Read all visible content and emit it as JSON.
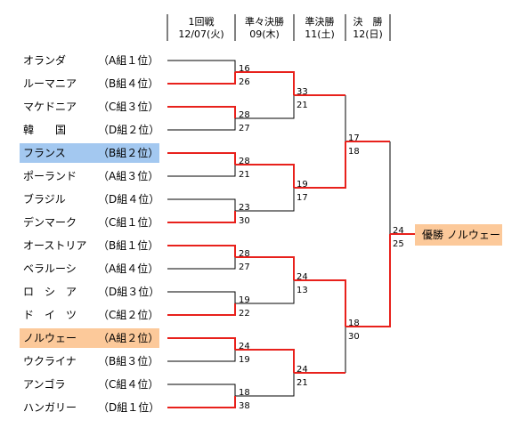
{
  "rounds": [
    {
      "line1": "1回戦",
      "line2": "12/07(火)"
    },
    {
      "line1": "準々決勝",
      "line2": "09(木)"
    },
    {
      "line1": "準決勝",
      "line2": "11(土)"
    },
    {
      "line1": "決　勝",
      "line2": "12(日)"
    }
  ],
  "teams": [
    {
      "name": "オランダ",
      "group": "（A組１位）"
    },
    {
      "name": "ルーマニア",
      "group": "（B組４位）"
    },
    {
      "name": "マケドニア",
      "group": "（C組３位）"
    },
    {
      "name": "韓　　国",
      "group": "（D組２位）"
    },
    {
      "name": "フランス",
      "group": "（B組２位）"
    },
    {
      "name": "ポーランド",
      "group": "（A組３位）"
    },
    {
      "name": "ブラジル",
      "group": "（D組４位）"
    },
    {
      "name": "デンマーク",
      "group": "（C組１位）"
    },
    {
      "name": "オーストリア",
      "group": "（B組１位）"
    },
    {
      "name": "ベラルーシ",
      "group": "（A組４位）"
    },
    {
      "name": "ロ　シ　ア",
      "group": "（D組３位）"
    },
    {
      "name": "ド　イ　ツ",
      "group": "（C組２位）"
    },
    {
      "name": "ノルウェー",
      "group": "（A組２位）"
    },
    {
      "name": "ウクライナ",
      "group": "（B組３位）"
    },
    {
      "name": "アンゴラ",
      "group": "（C組４位）"
    },
    {
      "name": "ハンガリー",
      "group": "（D組１位）"
    }
  ],
  "highlight": {
    "france": "#a3c8f0",
    "norway": "#fcc99a"
  },
  "colors": {
    "winner_line": "#e8211c",
    "loser_line": "#000000"
  },
  "round1_scores": [
    [
      "16",
      "26"
    ],
    [
      "28",
      "27"
    ],
    [
      "28",
      "21"
    ],
    [
      "23",
      "30"
    ],
    [
      "28",
      "27"
    ],
    [
      "19",
      "22"
    ],
    [
      "24",
      "19"
    ],
    [
      "18",
      "38"
    ]
  ],
  "quarter_scores": [
    [
      "33",
      "21"
    ],
    [
      "19",
      "17"
    ],
    [
      "24",
      "13"
    ],
    [
      "24",
      "21"
    ]
  ],
  "semi_scores": [
    [
      "17",
      "18"
    ],
    [
      "18",
      "30"
    ]
  ],
  "final_scores": [
    "24",
    "25"
  ],
  "champion": "優勝 ノルウェー"
}
